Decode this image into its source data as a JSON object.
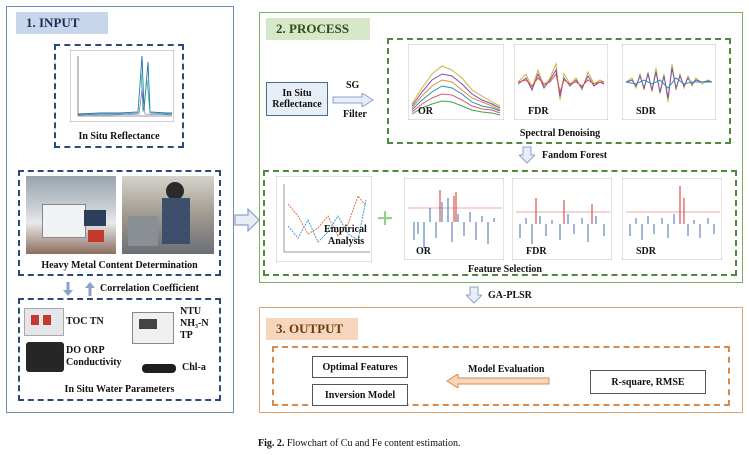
{
  "input": {
    "title": "1. INPUT",
    "reflectance_label": "In Situ Reflectance",
    "heavy_metal_label": "Heavy Metal Content Determination",
    "correlation_label": "Correlation  Coefficient",
    "water_params_label": "In Situ Water Parameters",
    "params": {
      "toc_tn": "TOC    TN",
      "ntu": "NTU",
      "nh3n": "NH₃-N",
      "tp": "TP",
      "do_orp": "DO    ORP",
      "conductivity": "Conductivity",
      "chla": "Chl-a"
    }
  },
  "process": {
    "title": "2. PROCESS",
    "reflectance_box": "In Situ Reflectance",
    "sg_label": "SG",
    "filter_label": "Filter",
    "denoising_label": "Spectral Denoising",
    "spectra": [
      "OR",
      "FDR",
      "SDR"
    ],
    "forest_label": "Fandom Forest",
    "empirical_label_1": "Empirical",
    "empirical_label_2": "Analysis",
    "feature_selection_label": "Feature Selection",
    "fs_panels": [
      "OR",
      "FDR",
      "SDR"
    ]
  },
  "gapslr_label": "GA-PLSR",
  "output": {
    "title": "3. OUTPUT",
    "optimal_features": "Optimal Features",
    "inversion_model": "Inversion Model",
    "model_evaluation": "Model Evaluation",
    "metrics": "R-square,  RMSE"
  },
  "caption": {
    "fig": "Fig. 2.",
    "text": "Flowchart of Cu and Fe content estimation."
  }
}
